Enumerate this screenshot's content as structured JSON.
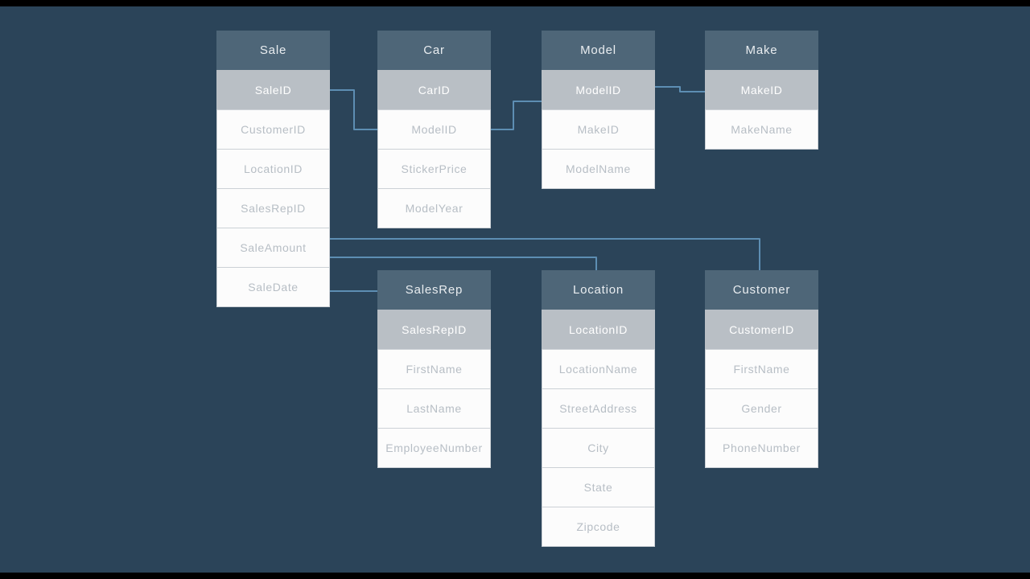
{
  "diagram": {
    "type": "entity-relationship",
    "colors": {
      "background": "#2b4459",
      "header_bg": "#4e6678",
      "header_text": "#e9edf0",
      "pk_bg": "#b9bfc5",
      "pk_text": "#ffffff",
      "row_bg": "#fcfcfc",
      "row_text": "#b7bec5",
      "row_border": "#ccd1d6",
      "connector": "#5d8eb3"
    },
    "tables": [
      {
        "id": "sale",
        "title": "Sale",
        "pk": "SaleID",
        "fields": [
          "CustomerID",
          "LocationID",
          "SalesRepID",
          "SaleAmount",
          "SaleDate"
        ]
      },
      {
        "id": "car",
        "title": "Car",
        "pk": "CarID",
        "fields": [
          "ModelID",
          "StickerPrice",
          "ModelYear"
        ]
      },
      {
        "id": "model",
        "title": "Model",
        "pk": "ModelID",
        "fields": [
          "MakeID",
          "ModelName"
        ]
      },
      {
        "id": "make",
        "title": "Make",
        "pk": "MakeID",
        "fields": [
          "MakeName"
        ]
      },
      {
        "id": "salesrep",
        "title": "SalesRep",
        "pk": "SalesRepID",
        "fields": [
          "FirstName",
          "LastName",
          "EmployeeNumber"
        ]
      },
      {
        "id": "location",
        "title": "Location",
        "pk": "LocationID",
        "fields": [
          "LocationName",
          "StreetAddress",
          "City",
          "State",
          "Zipcode"
        ]
      },
      {
        "id": "customer",
        "title": "Customer",
        "pk": "CustomerID",
        "fields": [
          "FirstName",
          "Gender",
          "PhoneNumber"
        ]
      }
    ],
    "relationships": [
      {
        "from": "Sale.SaleID",
        "to": "Car.ModelID"
      },
      {
        "from": "Car.ModelID",
        "to": "Model.ModelID"
      },
      {
        "from": "Model.ModelID",
        "to": "Make.MakeID"
      },
      {
        "from": "Sale.SaleAmount",
        "to": "Customer"
      },
      {
        "from": "Sale.SaleAmount",
        "to": "Location"
      },
      {
        "from": "Sale.SaleDate",
        "to": "SalesRep"
      }
    ]
  }
}
